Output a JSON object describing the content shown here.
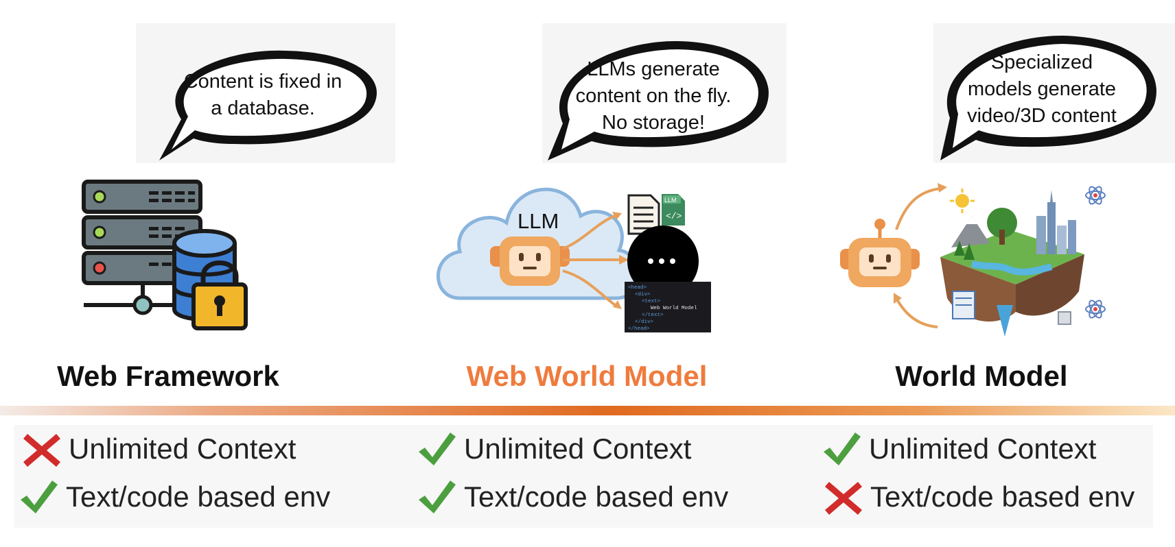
{
  "columns": [
    {
      "id": "web-framework",
      "title": "Web Framework",
      "title_color": "#111111",
      "bubble_lines": [
        "Content is fixed in",
        "a database."
      ],
      "icon": "server-database-lock",
      "features": [
        {
          "label": "Unlimited Context",
          "status": "cross-icon"
        },
        {
          "label": "Text/code based env",
          "status": "check-icon"
        }
      ]
    },
    {
      "id": "web-world-model",
      "title": "Web World Model",
      "title_color": "#ef7b3d",
      "bubble_lines": [
        "LLMs generate",
        "content on the fly.",
        "No storage!"
      ],
      "icon": "llm-cloud-generating-documents",
      "cloud_label": "LLM",
      "doc_badge": "LLM",
      "code_snippet": [
        "<head>",
        "<div>",
        "<text>",
        "Web World Model",
        "</text>",
        "</div>",
        "</head>"
      ],
      "features": [
        {
          "label": "Unlimited Context",
          "status": "check-icon"
        },
        {
          "label": "Text/code based env",
          "status": "check-icon"
        }
      ]
    },
    {
      "id": "world-model",
      "title": "World Model",
      "title_color": "#111111",
      "bubble_lines": [
        "Specialized",
        "models generate",
        "video/3D content"
      ],
      "icon": "robot-generating-3d-world",
      "features": [
        {
          "label": "Unlimited Context",
          "status": "check-icon"
        },
        {
          "label": "Text/code based env",
          "status": "cross-icon"
        }
      ]
    }
  ],
  "colors": {
    "check": "#4c9f3e",
    "cross": "#d22b2b",
    "accent": "#e06a20",
    "robot": "#f0a75f"
  }
}
